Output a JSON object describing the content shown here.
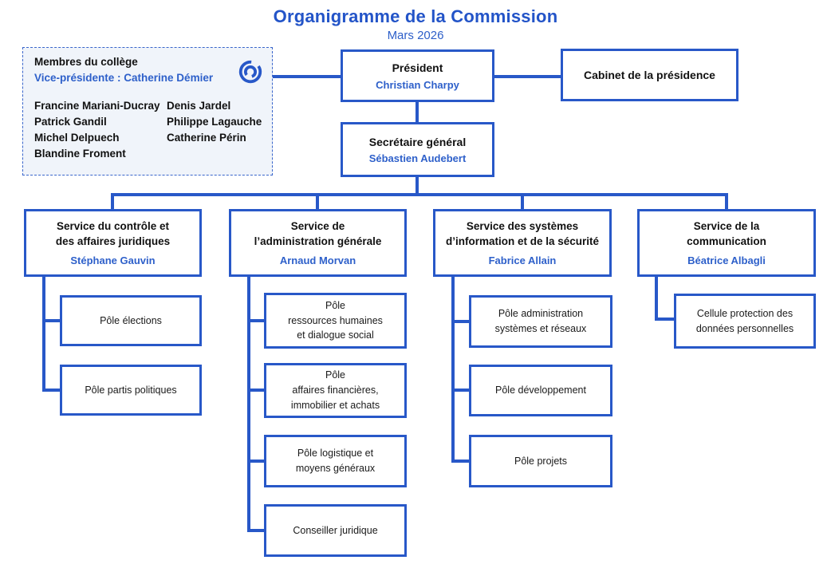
{
  "title": "Organigramme de la Commission",
  "subtitle": "Mars 2026",
  "colors": {
    "accent_blue": "#2858c8",
    "title_blue": "#2354c8",
    "name_blue": "#2e60ca",
    "members_background": "#f0f4fa",
    "text_black": "#111111"
  },
  "members": {
    "heading": "Membres du collège",
    "vice_president": "Vice-présidente : Catherine Démier",
    "logo": "concentric-circles-logo",
    "column1": [
      "Francine Mariani-Ducray",
      "Patrick Gandil",
      "Michel Delpuech",
      "Blandine Froment"
    ],
    "column2": [
      "Denis Jardel",
      "Philippe Lagauche",
      "Catherine Périn"
    ]
  },
  "president": {
    "title": "Président",
    "name": "Christian Charpy"
  },
  "cabinet": {
    "title": "Cabinet de la présidence"
  },
  "secretary_general": {
    "title": "Secrétaire général",
    "name": "Sébastien Audebert"
  },
  "services": [
    {
      "title": "Service du contrôle et\ndes affaires juridiques",
      "name": "Stéphane Gauvin"
    },
    {
      "title": "Service de\nl’administration générale",
      "name": "Arnaud Morvan"
    },
    {
      "title": "Service des systèmes\nd’information et de la sécurité",
      "name": "Fabrice Allain"
    },
    {
      "title": "Service de la\ncommunication",
      "name": "Béatrice Albagli"
    }
  ],
  "units": {
    "col1": [
      "Pôle élections",
      "Pôle partis politiques"
    ],
    "col2": [
      "Pôle\nressources humaines\net dialogue social",
      "Pôle\naffaires financières,\nimmobilier et achats",
      "Pôle logistique et\nmoyens généraux",
      "Conseiller juridique"
    ],
    "col3": [
      "Pôle administration\nsystèmes et réseaux",
      "Pôle développement",
      "Pôle projets"
    ],
    "col4": [
      "Cellule protection des\ndonnées personnelles"
    ]
  }
}
